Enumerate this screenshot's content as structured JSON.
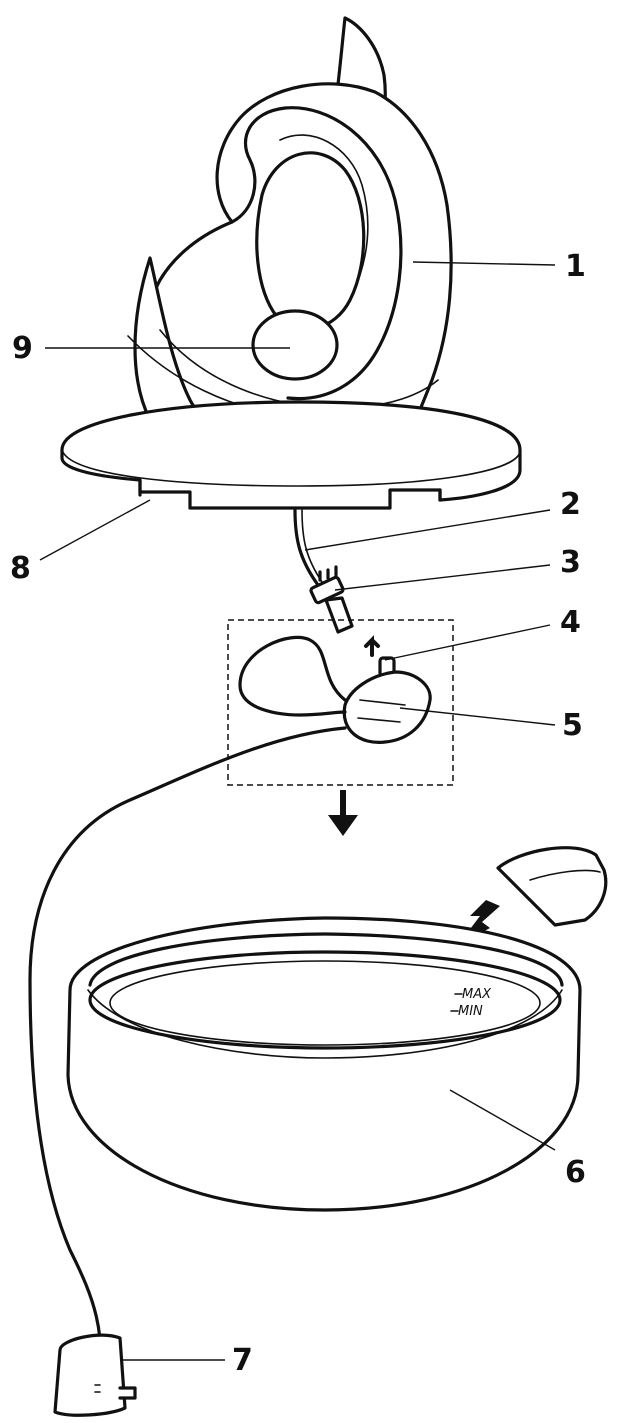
{
  "callouts": [
    {
      "id": "1",
      "label": "1"
    },
    {
      "id": "2",
      "label": "2"
    },
    {
      "id": "3",
      "label": "3"
    },
    {
      "id": "4",
      "label": "4"
    },
    {
      "id": "5",
      "label": "5"
    },
    {
      "id": "6",
      "label": "6"
    },
    {
      "id": "7",
      "label": "7"
    },
    {
      "id": "8",
      "label": "8"
    },
    {
      "id": "9",
      "label": "9"
    }
  ],
  "level_marks": {
    "max": "MAX",
    "min": "MIN"
  },
  "colors": {
    "ink": "#111111",
    "background": "#ffffff"
  }
}
